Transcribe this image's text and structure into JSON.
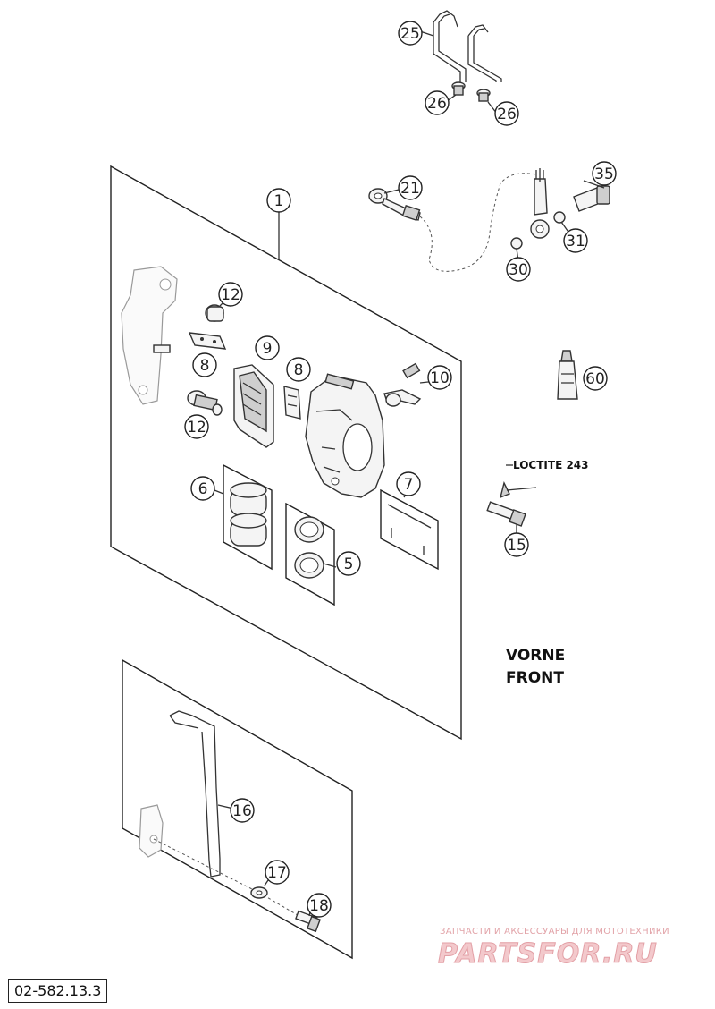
{
  "diagram_code": "02-582.13.3",
  "direction_labels": {
    "vorne": "VORNE",
    "front": "FRONT"
  },
  "loctite_label": "LOCTITE 243",
  "watermark": {
    "subtitle": "ЗАПЧАСТИ И АКСЕССУАРЫ ДЛЯ МОТОТЕХНИКИ",
    "brand": "PARTSFOR.RU"
  },
  "callouts": {
    "c1": "1",
    "c5": "5",
    "c6": "6",
    "c7": "7",
    "c8a": "8",
    "c8b": "8",
    "c9": "9",
    "c10": "10",
    "c12a": "12",
    "c12b": "12",
    "c15": "15",
    "c16": "16",
    "c17": "17",
    "c18": "18",
    "c21": "21",
    "c25": "25",
    "c26a": "26",
    "c26b": "26",
    "c30": "30",
    "c31": "31",
    "c35": "35",
    "c60": "60"
  }
}
